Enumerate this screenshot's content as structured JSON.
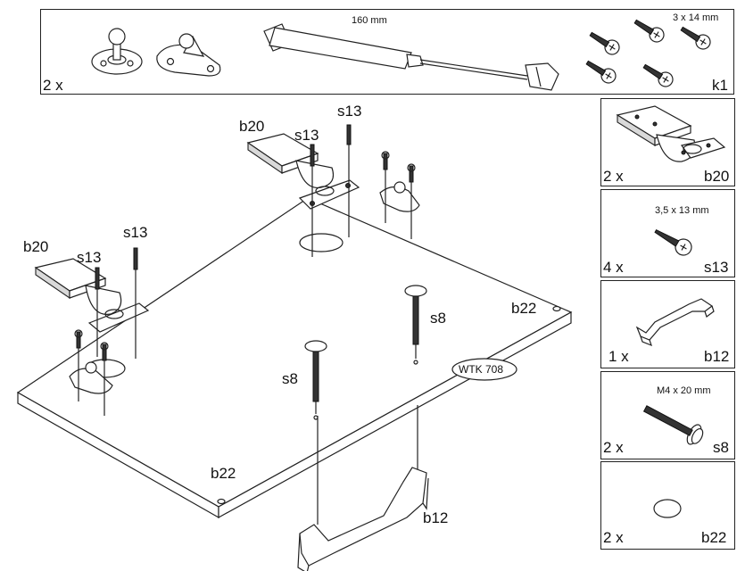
{
  "kit_box": {
    "qty_left": "2 x",
    "rod_length": "160 mm",
    "screw_size": "3 x 14 mm",
    "label": "k1"
  },
  "parts": [
    {
      "qty": "2 x",
      "size": "",
      "label": "b20"
    },
    {
      "qty": "4 x",
      "size": "3,5 x 13 mm",
      "label": "s13"
    },
    {
      "qty": "1 x",
      "size": "",
      "label": "b12"
    },
    {
      "qty": "2 x",
      "size": "M4 x 20 mm",
      "label": "s8"
    },
    {
      "qty": "2 x",
      "size": "",
      "label": "b22"
    }
  ],
  "diagram": {
    "badge": "WTK 708",
    "callouts": {
      "b20_top": "b20",
      "s13_top_a": "s13",
      "s13_top_b": "s13",
      "b20_left": "b20",
      "s13_left_a": "s13",
      "s13_left_b": "s13",
      "s8_right": "s8",
      "s8_left": "s8",
      "b22_right": "b22",
      "b22_bottom": "b22",
      "b12_bottom": "b12"
    }
  }
}
